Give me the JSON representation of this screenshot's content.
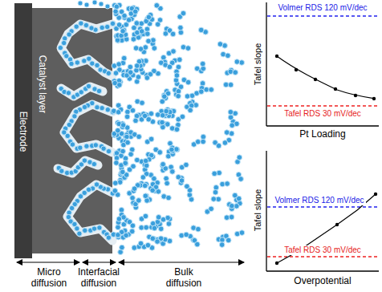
{
  "diagram": {
    "nodes": [
      {
        "text": [
          "Electrode"
        ]
      },
      {
        "text": [
          "Catalyst layer"
        ]
      }
    ],
    "labels": [
      "Micro diffusion",
      "Interfacial diffusion",
      "Bulk diffusion",
      "Volmer RDS 120 mV/dec",
      "Tafel RDS 30 mV/dec",
      "Tafel slope",
      "Pt Loading",
      "Volmer RDS 120 mV/dec",
      "Tafel RDS 30 mV/dec",
      "Tafel slope",
      "Overpotential"
    ]
  }
}
